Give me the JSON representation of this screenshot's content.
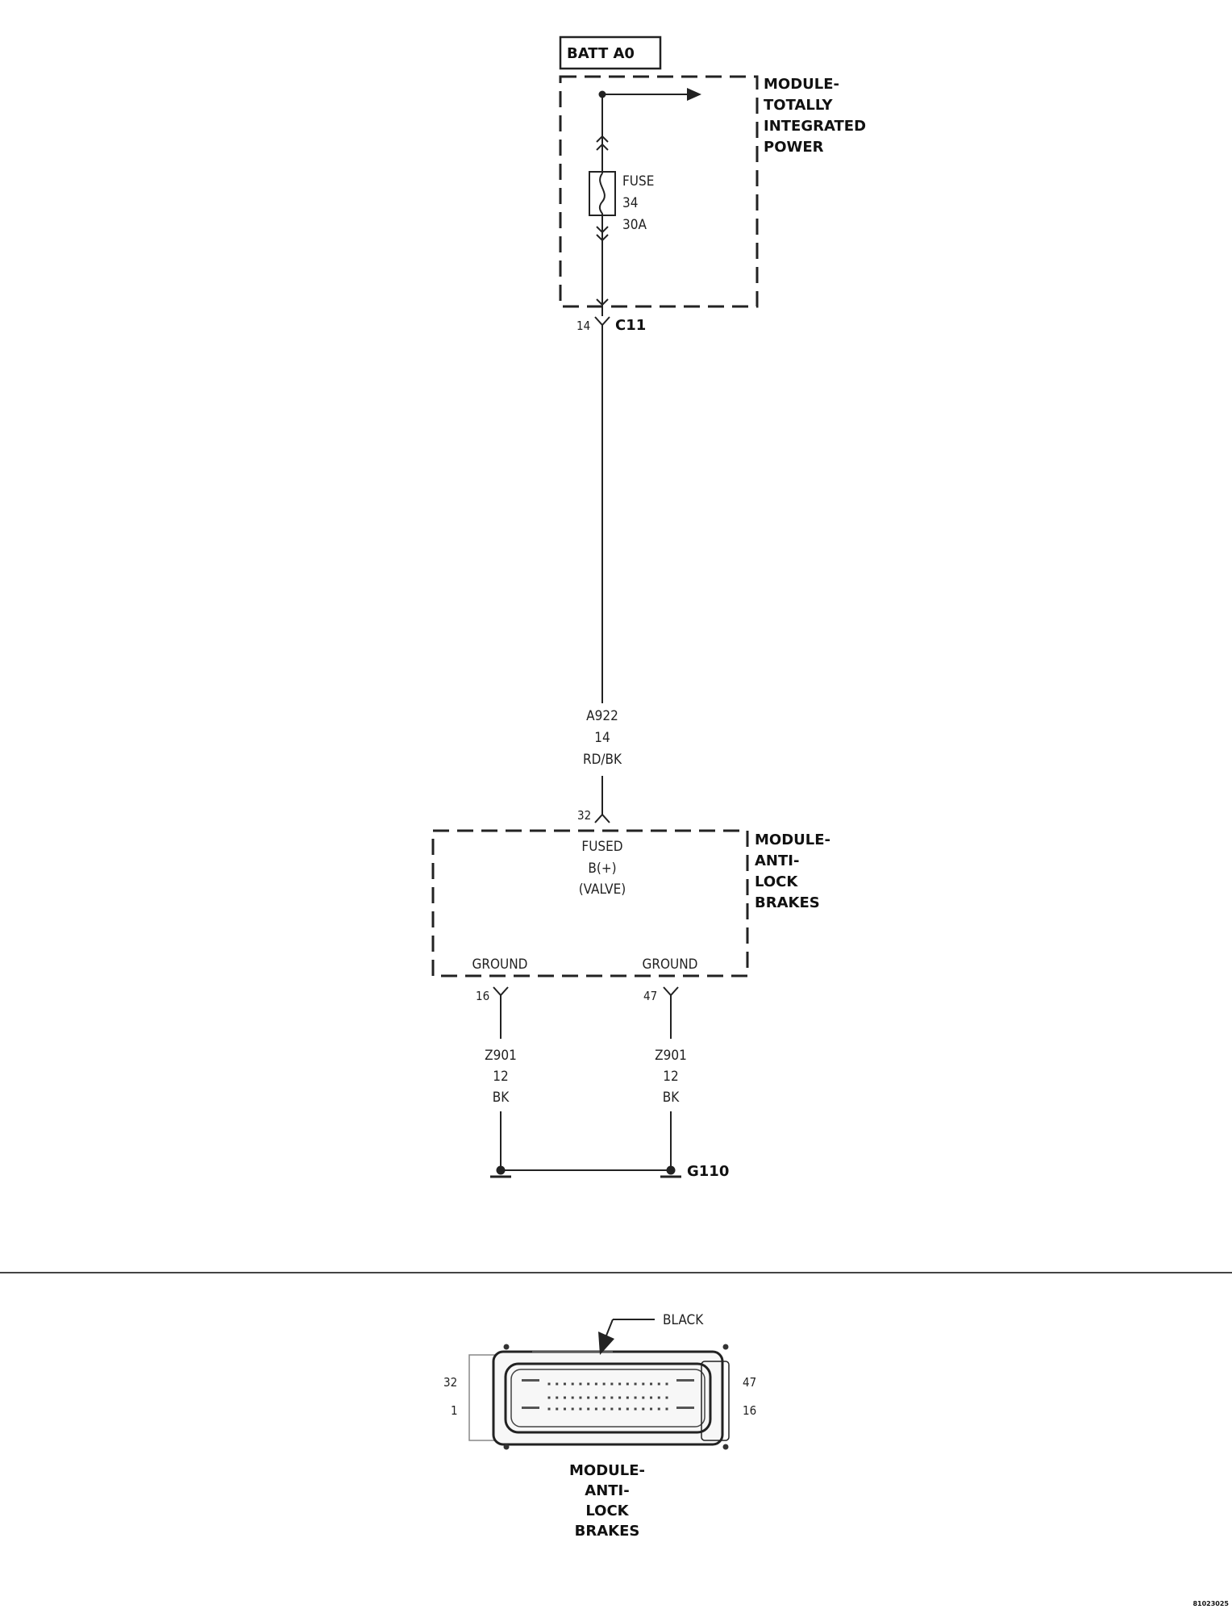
{
  "batt": "BATT A0",
  "tipm": {
    "l1": "MODULE-",
    "l2": "TOTALLY",
    "l3": "INTEGRATED",
    "l4": "POWER"
  },
  "fuse": {
    "l1": "FUSE",
    "l2": "34",
    "l3": "30A"
  },
  "c11": {
    "pin": "14",
    "name": "C11"
  },
  "wire_a922": {
    "circuit": "A922",
    "gauge": "14",
    "color": "RD/BK"
  },
  "abs_pin_32": "32",
  "abs_pin_label": {
    "l1": "FUSED",
    "l2": "B(+)",
    "l3": "(VALVE)"
  },
  "abs": {
    "l1": "MODULE-",
    "l2": "ANTI-",
    "l3": "LOCK",
    "l4": "BRAKES"
  },
  "ground_left": {
    "label": "GROUND",
    "pin": "16",
    "circuit": "Z901",
    "gauge": "12",
    "color": "BK"
  },
  "ground_right": {
    "label": "GROUND",
    "pin": "47",
    "circuit": "Z901",
    "gauge": "12",
    "color": "BK"
  },
  "ground_point": "G110",
  "connector": {
    "color_label": "BLACK",
    "pin_tl": "32",
    "pin_bl": "1",
    "pin_tr": "47",
    "pin_br": "16",
    "name": {
      "l1": "MODULE-",
      "l2": "ANTI-",
      "l3": "LOCK",
      "l4": "BRAKES"
    }
  },
  "figure_id": "81023025"
}
